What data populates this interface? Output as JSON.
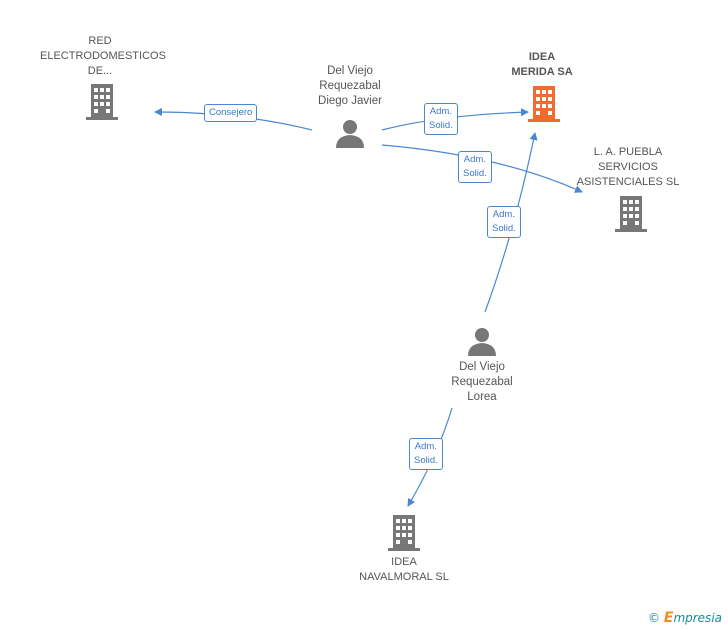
{
  "nodes": {
    "red": {
      "lines": [
        "RED",
        "ELECTRODOMESTICOS",
        "DE..."
      ]
    },
    "idea_merida": {
      "lines": [
        "IDEA",
        "MERIDA SA"
      ]
    },
    "puebla": {
      "lines": [
        "L. A. PUEBLA",
        "SERVICIOS",
        "ASISTENCIALES SL"
      ]
    },
    "navalmoral": {
      "lines": [
        "IDEA",
        "NAVALMORAL SL"
      ]
    },
    "diego": {
      "lines": [
        "Del Viejo",
        "Requezabal",
        "Diego Javier"
      ]
    },
    "lorea": {
      "lines": [
        "Del Viejo",
        "Requezabal",
        "Lorea"
      ]
    }
  },
  "edges": {
    "consejero": {
      "lines": [
        "Consejero"
      ]
    },
    "diego_merida": {
      "lines": [
        "Adm.",
        "Solid."
      ]
    },
    "diego_puebla": {
      "lines": [
        "Adm.",
        "Solid."
      ]
    },
    "lorea_merida": {
      "lines": [
        "Adm.",
        "Solid."
      ]
    },
    "lorea_navalmoral": {
      "lines": [
        "Adm.",
        "Solid."
      ]
    }
  },
  "colors": {
    "edge": "#4a87d0",
    "building": "#777777",
    "building_main": "#f26a2e",
    "person": "#777777"
  },
  "footer": {
    "copyright": "©",
    "brand_e": "E",
    "brand_rest": "mpresia"
  }
}
